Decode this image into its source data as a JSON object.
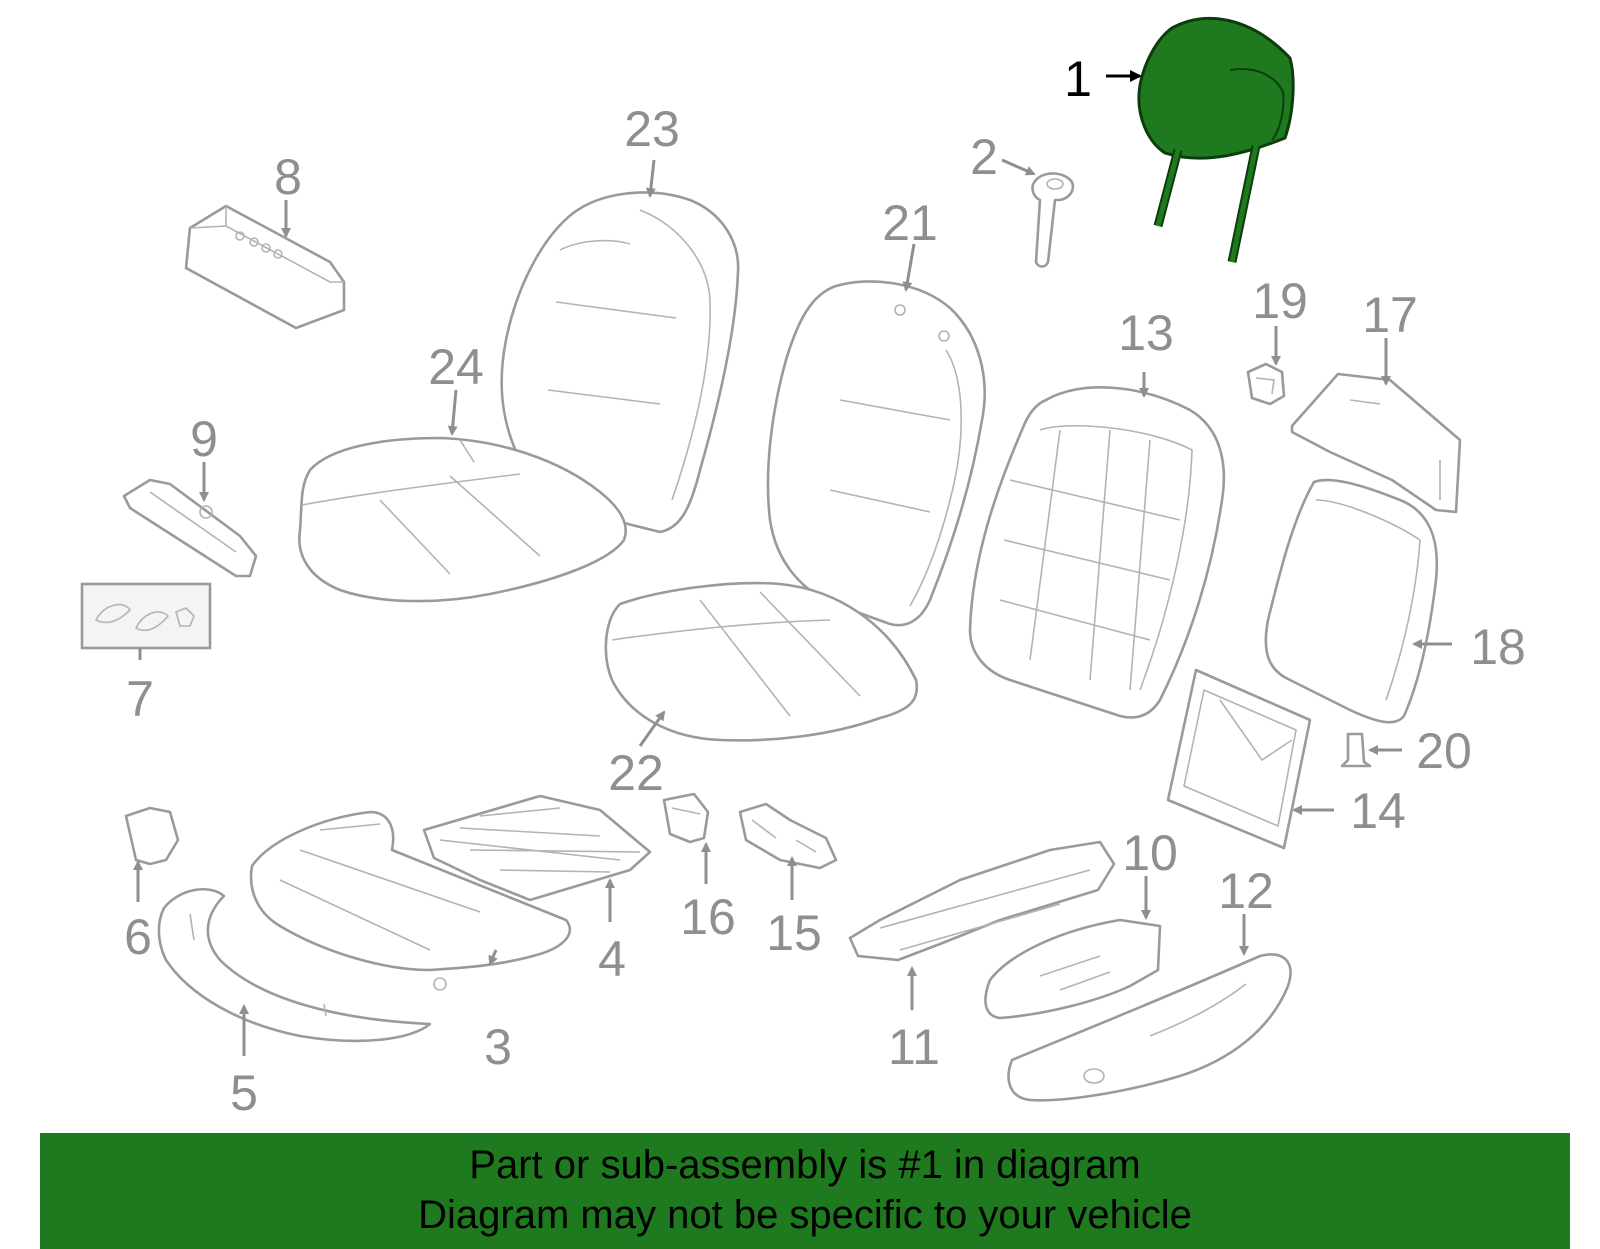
{
  "diagram": {
    "highlight_part": "1",
    "colors": {
      "highlight": "#1f7a1f",
      "callout": "#8f8f8f",
      "outline": "#9a9a9a",
      "footer_bg": "#1f7a1f"
    },
    "callouts": {
      "c1": "1",
      "c2": "2",
      "c3": "3",
      "c4": "4",
      "c5": "5",
      "c6": "6",
      "c7": "7",
      "c8": "8",
      "c9": "9",
      "c10": "10",
      "c11": "11",
      "c12": "12",
      "c13": "13",
      "c14": "14",
      "c15": "15",
      "c16": "16",
      "c17": "17",
      "c18": "18",
      "c19": "19",
      "c20": "20",
      "c21": "21",
      "c22": "22",
      "c23": "23",
      "c24": "24"
    }
  },
  "footer": {
    "line1": "Part or sub-assembly is #1 in diagram",
    "line2": "Diagram may not be specific to your vehicle"
  }
}
